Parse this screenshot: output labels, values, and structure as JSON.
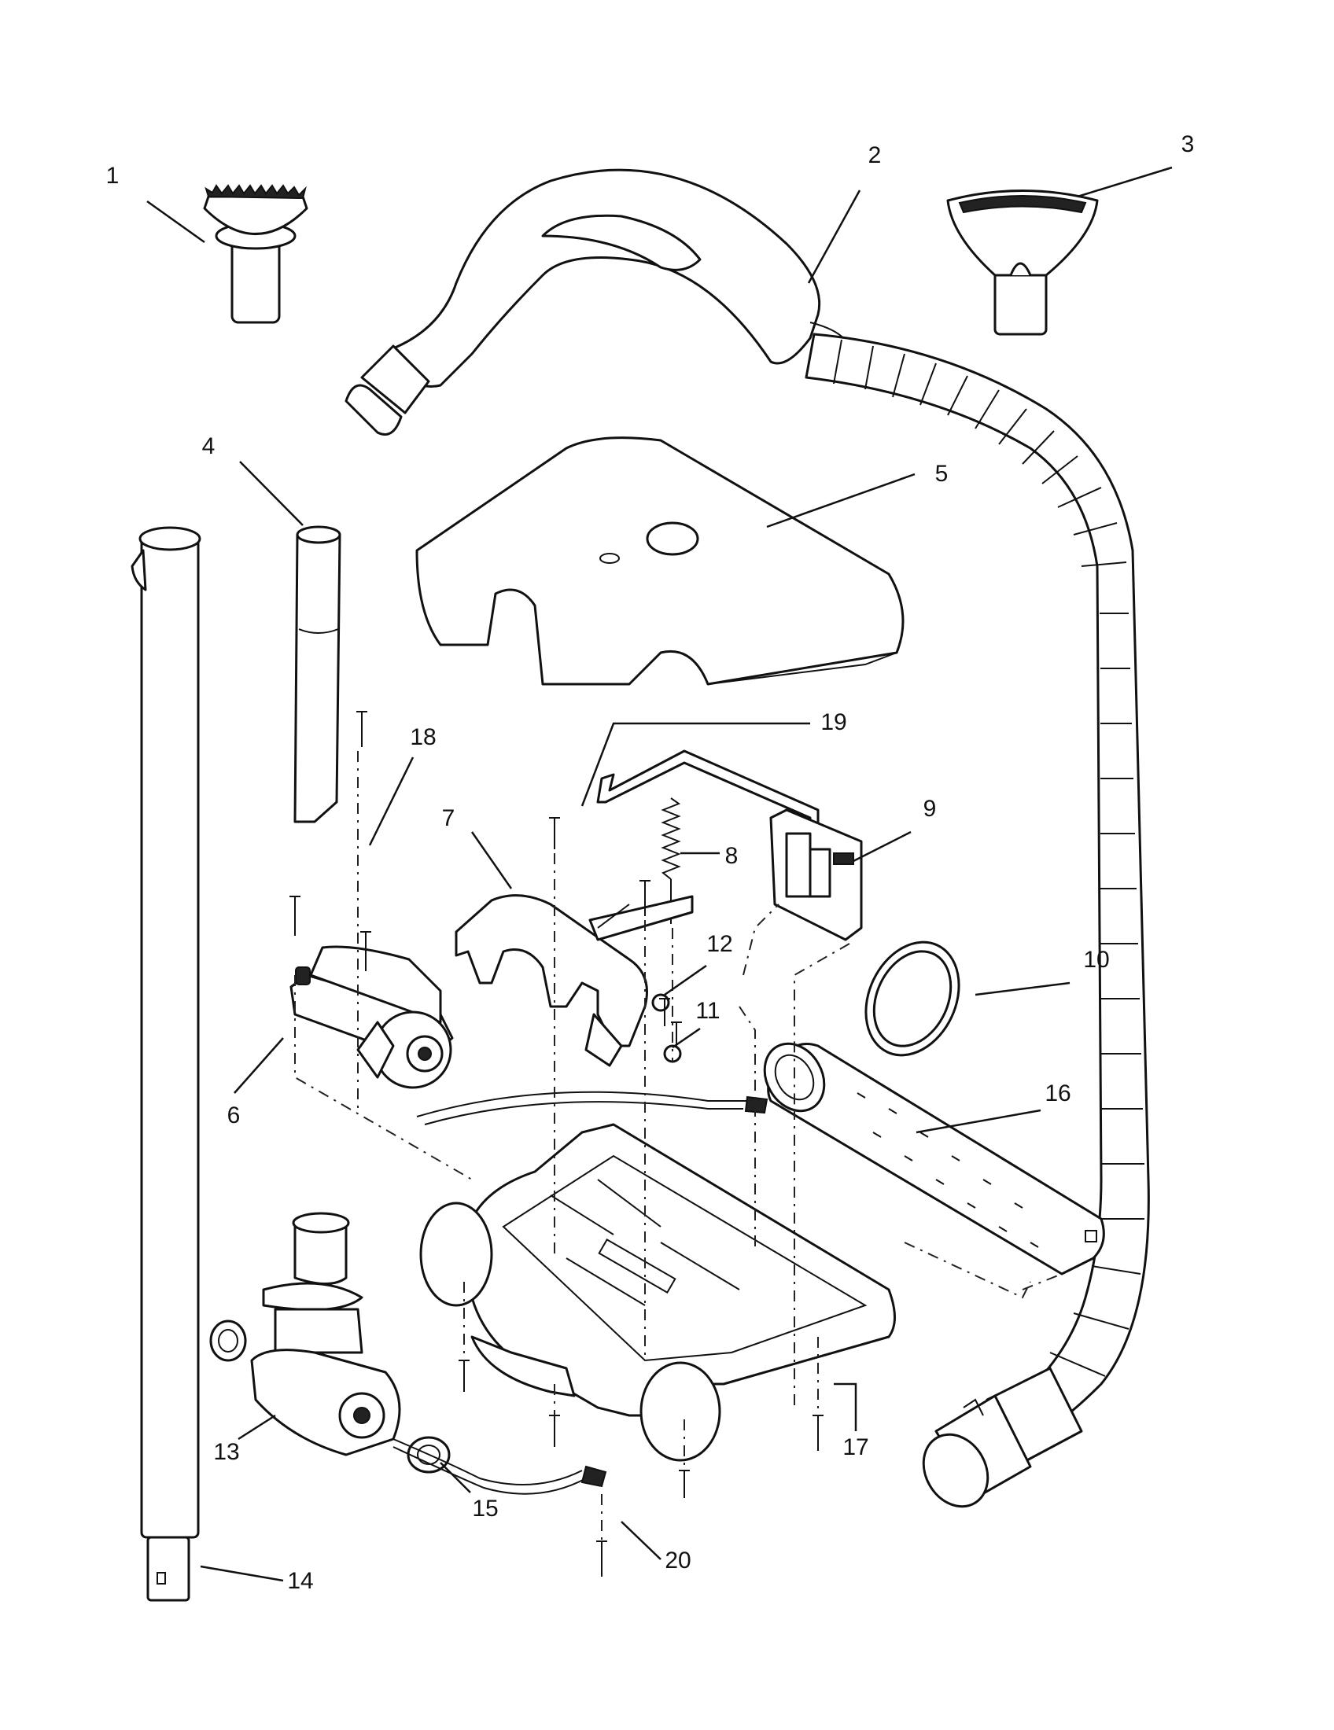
{
  "diagram": {
    "callouts": [
      {
        "id": 1,
        "text": "1"
      },
      {
        "id": 2,
        "text": "2"
      },
      {
        "id": 3,
        "text": "3"
      },
      {
        "id": 4,
        "text": "4"
      },
      {
        "id": 5,
        "text": "5"
      },
      {
        "id": 6,
        "text": "6"
      },
      {
        "id": 7,
        "text": "7"
      },
      {
        "id": 8,
        "text": "8"
      },
      {
        "id": 9,
        "text": "9"
      },
      {
        "id": 10,
        "text": "10"
      },
      {
        "id": 11,
        "text": "11"
      },
      {
        "id": 12,
        "text": "12"
      },
      {
        "id": 13,
        "text": "13"
      },
      {
        "id": 14,
        "text": "14"
      },
      {
        "id": 15,
        "text": "15"
      },
      {
        "id": 16,
        "text": "16"
      },
      {
        "id": 17,
        "text": "17"
      },
      {
        "id": 18,
        "text": "18"
      },
      {
        "id": 19,
        "text": "19"
      },
      {
        "id": 20,
        "text": "20"
      }
    ],
    "line_color": "#111111",
    "background": "#ffffff"
  }
}
